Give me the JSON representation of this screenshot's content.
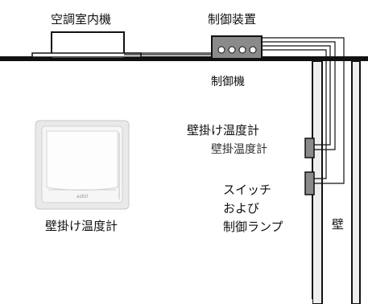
{
  "labels": {
    "indoor_unit": "空調室内機",
    "control_device": "制御装置",
    "controller": "制御機",
    "wall_thermostat_side": "壁掛け温度計",
    "wall_thermostat_side_dup": "壁掛温度計",
    "switch_line1": "スイッチ",
    "switch_line2": "および",
    "switch_line3": "制御ランプ",
    "wall": "壁",
    "wall_thermostat_main": "壁掛け温度計",
    "thermostat_brand": "azbil"
  },
  "colors": {
    "line": "#111111",
    "device_gray": "#8a8a8a",
    "wall_fill": "#eeeeee",
    "thermostat_body": "#f2f2f2"
  }
}
